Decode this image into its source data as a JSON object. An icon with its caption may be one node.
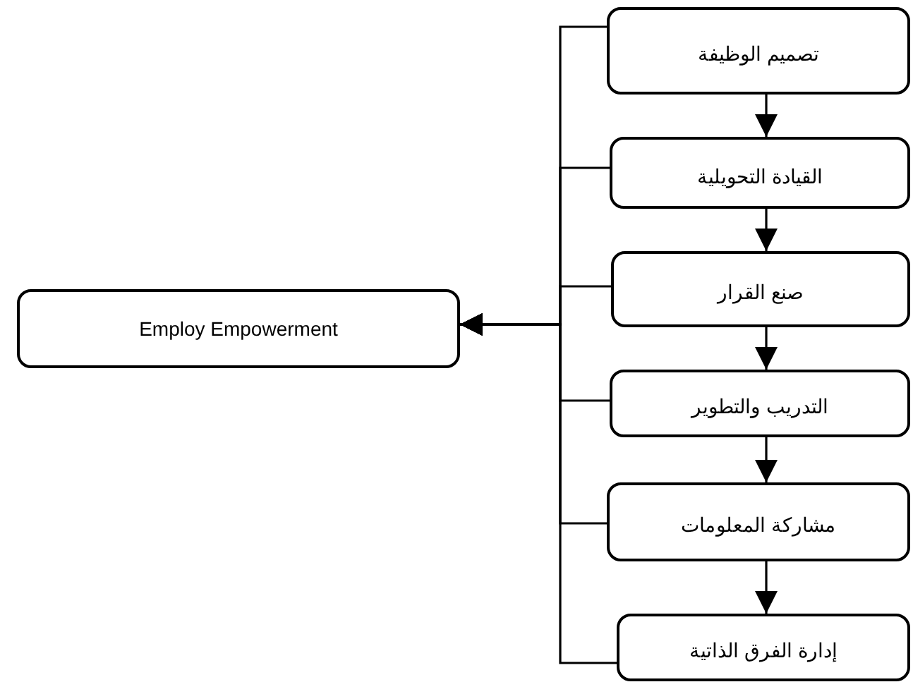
{
  "diagram": {
    "nodes": [
      {
        "text": [
          "Employ Empowerment"
        ]
      },
      {
        "text": [
          "تصميم الوظيفة"
        ]
      },
      {
        "text": [
          "القيادة التحويلية"
        ]
      },
      {
        "text": [
          "صنع القرار"
        ]
      },
      {
        "text": [
          "التدريب والتطوير"
        ]
      },
      {
        "text": [
          "مشاركة المعلومات"
        ]
      },
      {
        "text": [
          "إدارة الفرق الذاتية"
        ]
      }
    ],
    "edges": [
      {
        "from": 1,
        "to": 2,
        "arrow": "to"
      },
      {
        "from": 2,
        "to": 3,
        "arrow": "to"
      },
      {
        "from": 3,
        "to": 4,
        "arrow": "to"
      },
      {
        "from": 4,
        "to": 5,
        "arrow": "to"
      },
      {
        "from": 5,
        "to": 6,
        "arrow": "to"
      },
      {
        "from": 1,
        "to": 0,
        "arrow": "to"
      },
      {
        "from": 2,
        "to": 0,
        "arrow": "to"
      },
      {
        "from": 3,
        "to": 0,
        "arrow": "to"
      },
      {
        "from": 4,
        "to": 0,
        "arrow": "to"
      },
      {
        "from": 5,
        "to": 0,
        "arrow": "to"
      },
      {
        "from": 6,
        "to": 0,
        "arrow": "to"
      }
    ]
  }
}
